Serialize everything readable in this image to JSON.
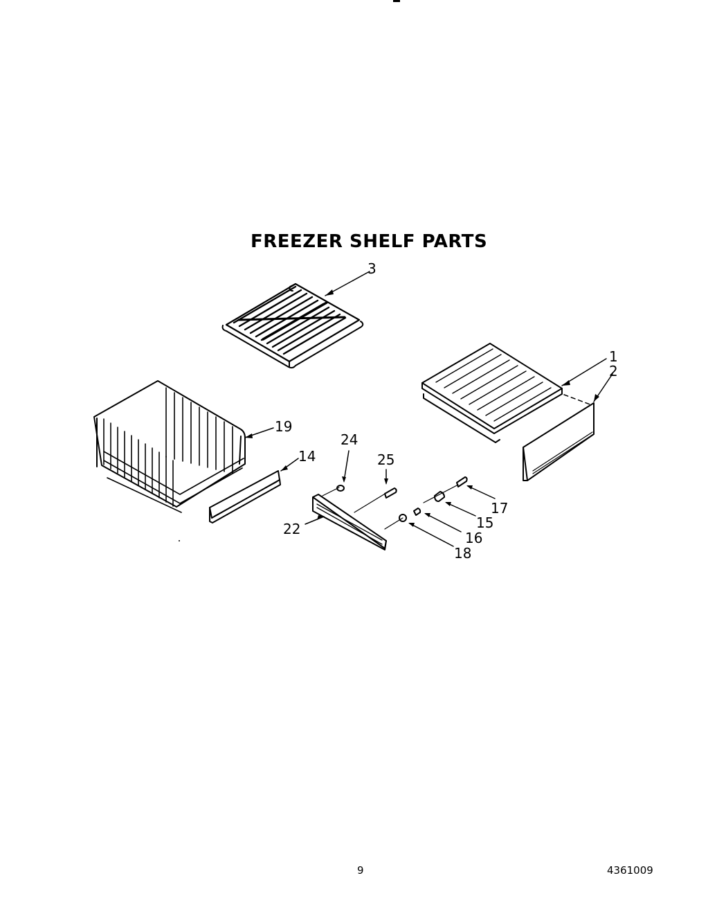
{
  "page": {
    "title": "FREEZER SHELF PARTS",
    "page_number": "9",
    "document_number": "4361009"
  },
  "parts": [
    {
      "id": "3",
      "label": "3",
      "description": "wire shelf"
    },
    {
      "id": "1",
      "label": "1",
      "description": "shelf"
    },
    {
      "id": "2",
      "label": "2",
      "description": "shelf front trim"
    },
    {
      "id": "19",
      "label": "19",
      "description": "wire basket"
    },
    {
      "id": "14",
      "label": "14",
      "description": "basket front trim"
    },
    {
      "id": "24",
      "label": "24",
      "description": "plug"
    },
    {
      "id": "25",
      "label": "25",
      "description": "screw"
    },
    {
      "id": "22",
      "label": "22",
      "description": "slide rail"
    },
    {
      "id": "17",
      "label": "17",
      "description": "screw"
    },
    {
      "id": "15",
      "label": "15",
      "description": "roller"
    },
    {
      "id": "16",
      "label": "16",
      "description": "spacer"
    },
    {
      "id": "18",
      "label": "18",
      "description": "washer"
    }
  ]
}
